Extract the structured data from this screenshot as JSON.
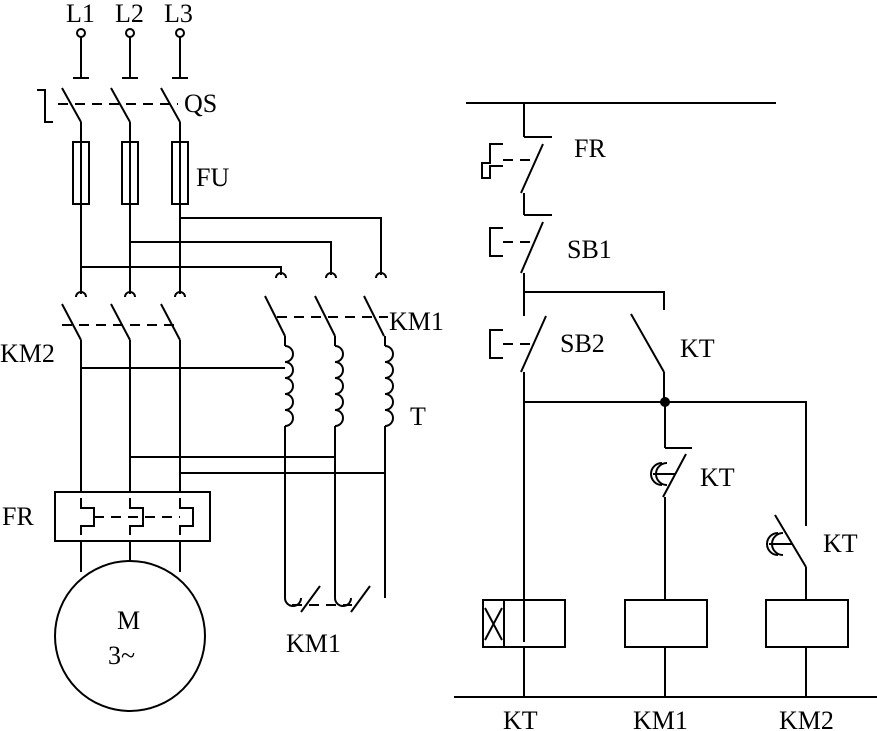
{
  "power_circuit": {
    "phase_labels": [
      "L1",
      "L2",
      "L3"
    ],
    "switch_label": "QS",
    "fuse_label": "FU",
    "contactor_km1_label": "KM1",
    "contactor_km2_label": "KM2",
    "transformer_label": "T",
    "overload_label": "FR",
    "km1_star_label": "KM1",
    "motor_label": "M",
    "motor_rating": "3~"
  },
  "control_circuit": {
    "fr_contact_label": "FR",
    "sb1_label": "SB1",
    "sb2_label": "SB2",
    "kt_contact_label": "KT",
    "kt_nc_delay_label": "KT",
    "kt_no_delay_label": "KT",
    "coils": [
      "KT",
      "KM1",
      "KM2"
    ]
  }
}
